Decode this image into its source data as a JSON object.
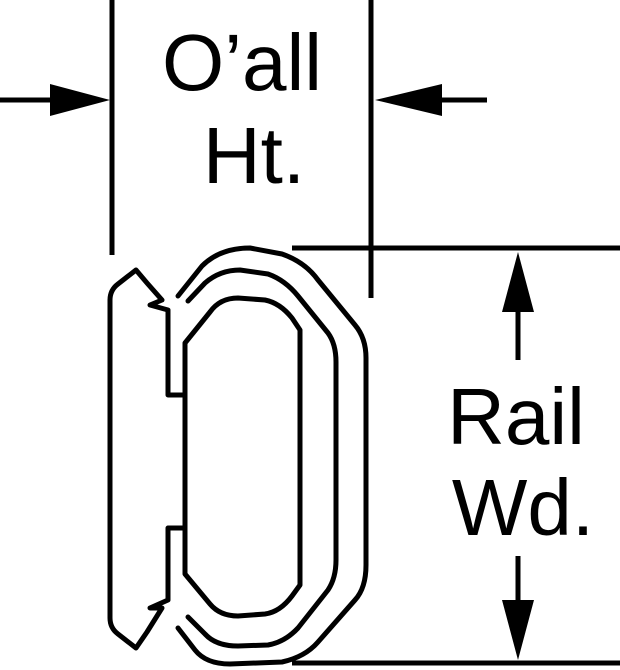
{
  "colors": {
    "line": "#000000",
    "background": "#ffffff"
  },
  "dimensions": {
    "overall_height": {
      "line1": "O’all",
      "line2": "Ht."
    },
    "rail_width": {
      "line1": "Rail",
      "line2": "Wd."
    }
  }
}
